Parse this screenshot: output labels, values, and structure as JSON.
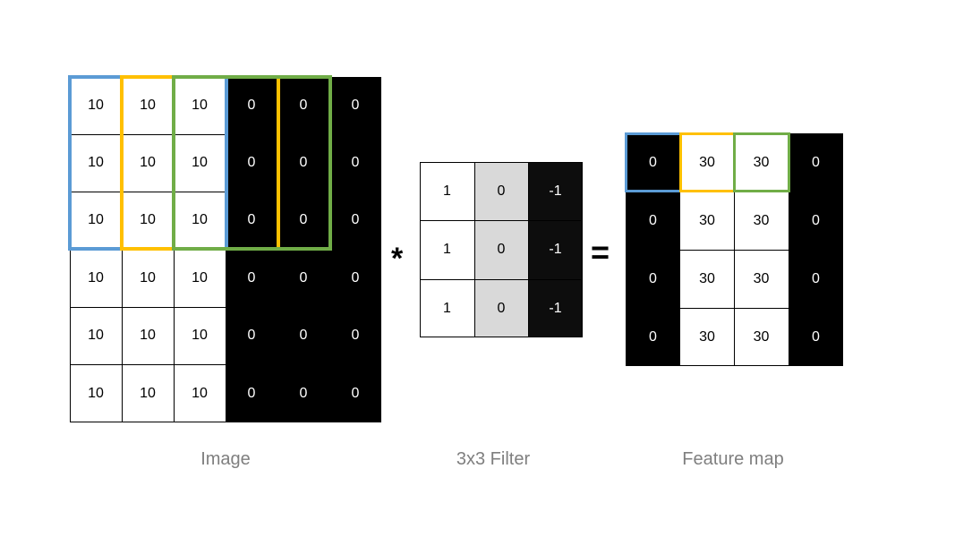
{
  "image": {
    "label": "Image",
    "rows": [
      [
        "10",
        "10",
        "10",
        "0",
        "0",
        "0"
      ],
      [
        "10",
        "10",
        "10",
        "0",
        "0",
        "0"
      ],
      [
        "10",
        "10",
        "10",
        "0",
        "0",
        "0"
      ],
      [
        "10",
        "10",
        "10",
        "0",
        "0",
        "0"
      ],
      [
        "10",
        "10",
        "10",
        "0",
        "0",
        "0"
      ],
      [
        "10",
        "10",
        "10",
        "0",
        "0",
        "0"
      ]
    ],
    "cell_fills": [
      [
        "white",
        "white",
        "white",
        "black",
        "black",
        "black"
      ],
      [
        "white",
        "white",
        "white",
        "black",
        "black",
        "black"
      ],
      [
        "white",
        "white",
        "white",
        "black",
        "black",
        "black"
      ],
      [
        "white",
        "white",
        "white",
        "black",
        "black",
        "black"
      ],
      [
        "white",
        "white",
        "white",
        "black",
        "black",
        "black"
      ],
      [
        "white",
        "white",
        "white",
        "black",
        "black",
        "black"
      ]
    ]
  },
  "filter": {
    "label": "3x3 Filter",
    "rows": [
      [
        "1",
        "0",
        "-1"
      ],
      [
        "1",
        "0",
        "-1"
      ],
      [
        "1",
        "0",
        "-1"
      ]
    ],
    "cell_fills": [
      [
        "white",
        "lgray",
        "dgray"
      ],
      [
        "white",
        "lgray",
        "dgray"
      ],
      [
        "white",
        "lgray",
        "dgray"
      ]
    ]
  },
  "feature_map": {
    "label": "Feature map",
    "rows": [
      [
        "0",
        "30",
        "30",
        "0"
      ],
      [
        "0",
        "30",
        "30",
        "0"
      ],
      [
        "0",
        "30",
        "30",
        "0"
      ],
      [
        "0",
        "30",
        "30",
        "0"
      ]
    ],
    "cell_fills": [
      [
        "black",
        "white",
        "white",
        "black"
      ],
      [
        "black",
        "white",
        "white",
        "black"
      ],
      [
        "black",
        "white",
        "white",
        "black"
      ],
      [
        "black",
        "white",
        "white",
        "black"
      ]
    ]
  },
  "operators": {
    "convolve": "*",
    "equals": "="
  },
  "highlight_colors": {
    "blue": "#5b9bd5",
    "yellow": "#ffc000",
    "green": "#70ad47"
  }
}
